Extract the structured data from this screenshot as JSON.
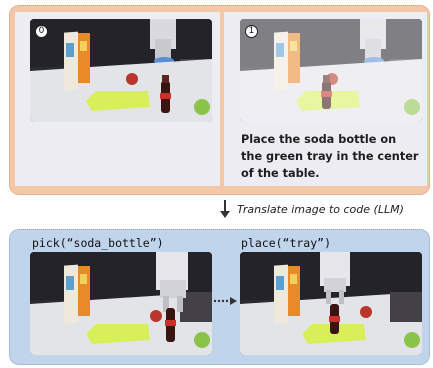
{
  "top_panel": {
    "frames": [
      {
        "badge": "0"
      },
      {
        "badge": "1"
      }
    ],
    "instruction": "Place the soda bottle on the green tray in the center of the table."
  },
  "step_caption": "Translate image to code (LLM)",
  "bottom_panel": {
    "code": [
      "pick(“soda_bottle”)",
      "place(“tray”)"
    ]
  },
  "colors": {
    "top_panel_bg": "#f5c7a9",
    "bottom_panel_bg": "#c0d5ec",
    "card_bg": "#ececf2",
    "tray": "#d8ef5a",
    "table": "#e3e4e8"
  }
}
